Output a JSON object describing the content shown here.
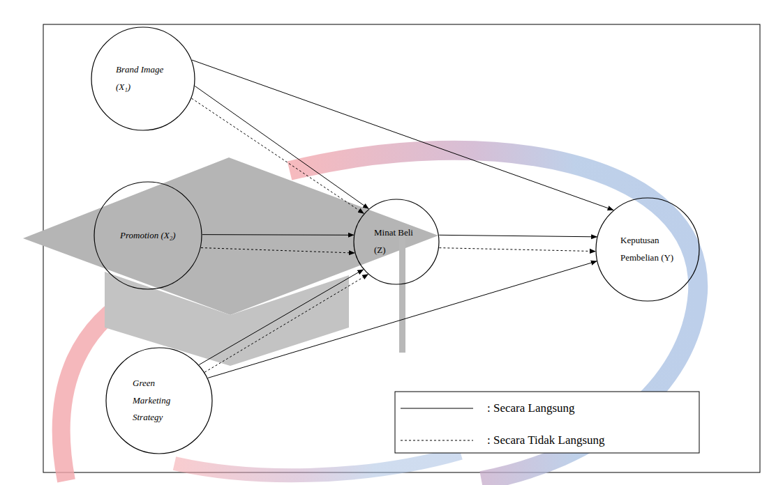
{
  "diagram": {
    "nodes": [
      {
        "text": [
          "Brand Image (X₁)"
        ]
      },
      {
        "text": [
          "Promotion (X₂)"
        ]
      },
      {
        "text": [
          "Green Marketing Strategy"
        ]
      },
      {
        "text": [
          "Minat Beli (Z)"
        ]
      },
      {
        "text": [
          "Keputusan Pembelian (Y)"
        ]
      }
    ],
    "edges": [
      {
        "from": 0,
        "to": 3,
        "arrow": "to"
      },
      {
        "from": 0,
        "to": 3,
        "arrow": "to"
      },
      {
        "from": 0,
        "to": 4,
        "arrow": "to"
      },
      {
        "from": 1,
        "to": 3,
        "arrow": "to"
      },
      {
        "from": 1,
        "to": 3,
        "arrow": "to"
      },
      {
        "from": 2,
        "to": 3,
        "arrow": "to"
      },
      {
        "from": 2,
        "to": 3,
        "arrow": "to"
      },
      {
        "from": 2,
        "to": 4,
        "arrow": "to"
      },
      {
        "from": 3,
        "to": 4,
        "arrow": "to"
      },
      {
        "from": 3,
        "to": 4,
        "arrow": "to"
      }
    ],
    "legend": [
      {
        "text": ": Secara Langsung"
      },
      {
        "text": ": Secara Tidak Langsung"
      }
    ]
  }
}
